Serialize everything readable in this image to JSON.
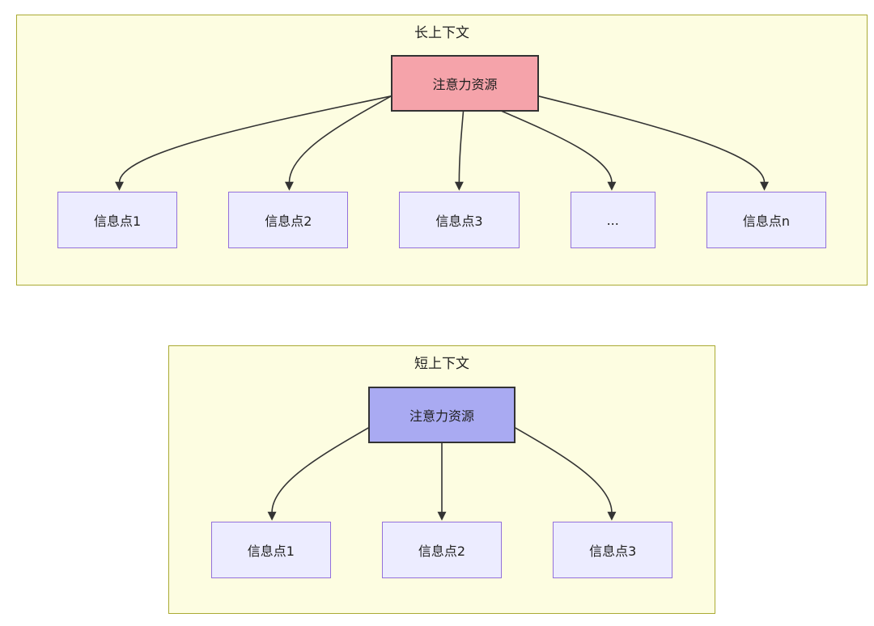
{
  "colors": {
    "cluster_fill": "#fdfde1",
    "cluster_border": "#aaaa33",
    "long_root_fill": "#f5a3aa",
    "short_root_fill": "#a9aaf2",
    "root_border": "#333333",
    "info_fill": "#ececff",
    "info_border": "#9370db",
    "arrow": "#333333",
    "text": "#1f1f1f"
  },
  "sections": [
    {
      "id": "long-context",
      "title": "长上下文",
      "root": {
        "label": "注意力资源"
      },
      "children": [
        {
          "label": "信息点1"
        },
        {
          "label": "信息点2"
        },
        {
          "label": "信息点3"
        },
        {
          "label": "..."
        },
        {
          "label": "信息点n"
        }
      ]
    },
    {
      "id": "short-context",
      "title": "短上下文",
      "root": {
        "label": "注意力资源"
      },
      "children": [
        {
          "label": "信息点1"
        },
        {
          "label": "信息点2"
        },
        {
          "label": "信息点3"
        }
      ]
    }
  ]
}
